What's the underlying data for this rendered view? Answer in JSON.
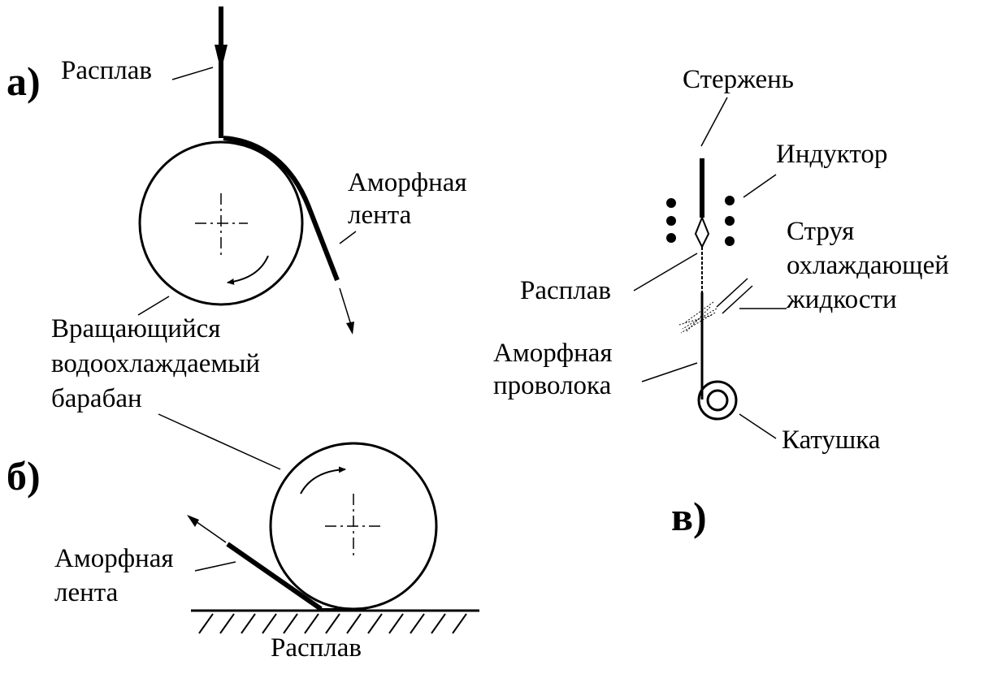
{
  "colors": {
    "ink": "#000000",
    "background": "#ffffff"
  },
  "panel_a": {
    "letter": "а)",
    "melt": "Расплав",
    "ribbon_line1": "Аморфная",
    "ribbon_line2": "лента"
  },
  "drum": {
    "line1": "Вращающийся",
    "line2": "водоохлаждаемый",
    "line3": "барабан"
  },
  "panel_b": {
    "letter": "б)",
    "ribbon_line1": "Аморфная",
    "ribbon_line2": "лента",
    "melt": "Расплав"
  },
  "panel_c": {
    "letter": "в)",
    "rod": "Стержень",
    "inductor": "Индуктор",
    "jet_line1": "Струя",
    "jet_line2": "охлаждающей",
    "jet_line3": "жидкости",
    "melt": "Расплав",
    "wire_line1": "Аморфная",
    "wire_line2": "проволока",
    "spool": "Катушка"
  }
}
